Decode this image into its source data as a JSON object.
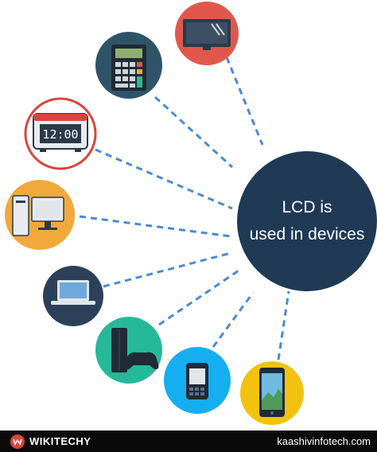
{
  "hub": {
    "line1": "LCD is",
    "line2": "used in devices"
  },
  "devices": [
    {
      "name": "television",
      "icon": "tv-icon",
      "bg": "#e2574c"
    },
    {
      "name": "calculator",
      "icon": "calculator-icon",
      "bg": "#2f5468"
    },
    {
      "name": "digital-clock",
      "icon": "alarm-clock-icon",
      "bg": "#ffffff",
      "clock_text": "12:00"
    },
    {
      "name": "desktop",
      "icon": "desktop-computer-icon",
      "bg": "#f2a93b"
    },
    {
      "name": "laptop",
      "icon": "laptop-icon",
      "bg": "#2c4159"
    },
    {
      "name": "game-console",
      "icon": "game-console-icon",
      "bg": "#25b99a"
    },
    {
      "name": "mobile-phone",
      "icon": "mobile-phone-icon",
      "bg": "#15aef0"
    },
    {
      "name": "smartphone",
      "icon": "smartphone-icon",
      "bg": "#f2c20f"
    }
  ],
  "footer": {
    "brand": "WIKITECHY",
    "site": "kaashivinfotech.com"
  },
  "colors": {
    "hub": "#203a56",
    "connector": "#4a8ad2"
  }
}
